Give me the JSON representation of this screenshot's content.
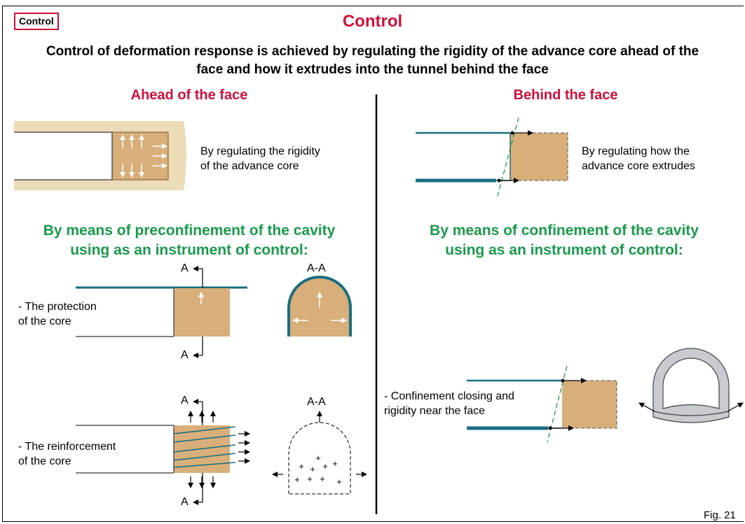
{
  "badge": "Control",
  "title": "Control",
  "subtitle": "Control of deformation response is achieved by regulating the rigidity of the advance core ahead of the face and how it extrudes into the tunnel behind the face",
  "left": {
    "heading": "Ahead of the face",
    "desc_line1": "By regulating the rigidity",
    "desc_line2": "of the advance core",
    "means_line1": "By means of preconfinement of the cavity",
    "means_line2": "using as an instrument of control:",
    "item1_line1": "- The protection",
    "item1_line2": "of the core",
    "item2_line1": "- The reinforcement",
    "item2_line2": "of the core",
    "section_label": "A",
    "section_label_aa": "A-A"
  },
  "right": {
    "heading": "Behind the face",
    "desc_line1": "By regulating how the",
    "desc_line2": "advance core extrudes",
    "means_line1": "By means of confinement of the cavity",
    "means_line2": "using as an instrument of control:",
    "item1_line1": "- Confinement closing and",
    "item1_line2": "rigidity near the face"
  },
  "figure_label": "Fig. 21",
  "colors": {
    "red": "#d0103a",
    "green": "#1a9a4a",
    "teal": "#1a6e80",
    "core": "#d8af7a",
    "ground": "#ecdcb8",
    "lining": "#c8ccd0"
  }
}
